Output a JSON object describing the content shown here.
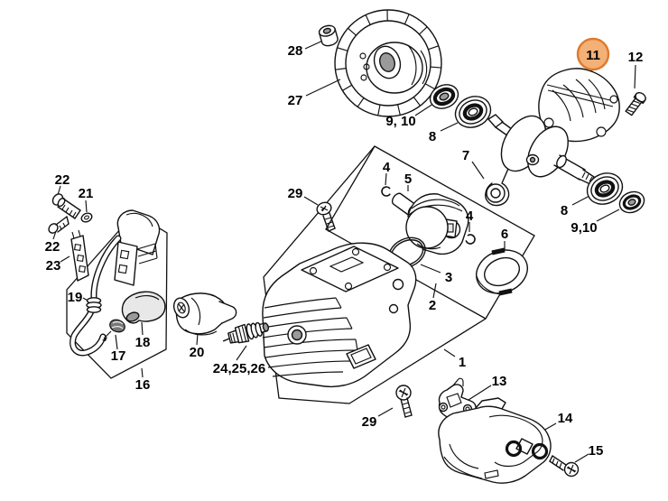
{
  "diagram": {
    "kind": "exploded-parts-diagram",
    "background": "#ffffff",
    "line_color": "#111111",
    "highlight": {
      "fill": "#f3b077",
      "stroke": "#dd7a2e",
      "selected_part": "11"
    },
    "callouts": [
      {
        "label": "28",
        "highlighted": false
      },
      {
        "label": "27",
        "highlighted": false
      },
      {
        "label": "9, 10",
        "highlighted": false
      },
      {
        "label": "8",
        "highlighted": false
      },
      {
        "label": "11",
        "highlighted": true
      },
      {
        "label": "12",
        "highlighted": false
      },
      {
        "label": "7",
        "highlighted": false
      },
      {
        "label": "8",
        "highlighted": false
      },
      {
        "label": "9,10",
        "highlighted": false
      },
      {
        "label": "4",
        "highlighted": false
      },
      {
        "label": "5",
        "highlighted": false
      },
      {
        "label": "4",
        "highlighted": false
      },
      {
        "label": "6",
        "highlighted": false
      },
      {
        "label": "3",
        "highlighted": false
      },
      {
        "label": "2",
        "highlighted": false
      },
      {
        "label": "29",
        "highlighted": false
      },
      {
        "label": "1",
        "highlighted": false
      },
      {
        "label": "22",
        "highlighted": false
      },
      {
        "label": "21",
        "highlighted": false
      },
      {
        "label": "22",
        "highlighted": false
      },
      {
        "label": "23",
        "highlighted": false
      },
      {
        "label": "19",
        "highlighted": false
      },
      {
        "label": "18",
        "highlighted": false
      },
      {
        "label": "17",
        "highlighted": false
      },
      {
        "label": "16",
        "highlighted": false
      },
      {
        "label": "20",
        "highlighted": false
      },
      {
        "label": "24,25,26",
        "highlighted": false
      },
      {
        "label": "29",
        "highlighted": false
      },
      {
        "label": "13",
        "highlighted": false
      },
      {
        "label": "14",
        "highlighted": false
      },
      {
        "label": "15",
        "highlighted": false
      }
    ]
  }
}
